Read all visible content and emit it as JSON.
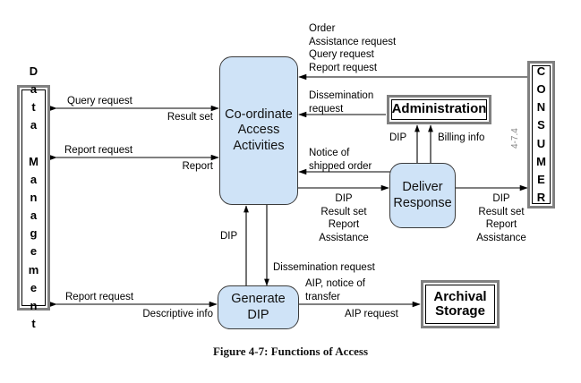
{
  "figure": {
    "caption": "Figure 4-7:  Functions of Access",
    "reference_number": "4-7.4"
  },
  "entities": {
    "data_management": {
      "name": "Data Management",
      "letters": [
        "D",
        "a",
        "t",
        "a",
        "",
        "M",
        "a",
        "n",
        "a",
        "g",
        "e",
        "m",
        "e",
        "n",
        "t"
      ]
    },
    "consumer": {
      "name": "CONSUMER",
      "letters": [
        "C",
        "O",
        "N",
        "S",
        "U",
        "M",
        "E",
        "R"
      ]
    },
    "administration": {
      "name": "Administration"
    },
    "archival_storage": {
      "name": "Archival\nStorage",
      "line1": "Archival",
      "line2": "Storage"
    }
  },
  "processes": {
    "coordinate_access": {
      "line1": "Co-ordinate",
      "line2": "Access",
      "line3": "Activities"
    },
    "deliver_response": {
      "line1": "Deliver",
      "line2": "Response"
    },
    "generate_dip": {
      "line1": "Generate",
      "line2": "DIP"
    }
  },
  "flows": {
    "query_request": "Query request",
    "result_set": "Result set",
    "report_request_top": "Report request",
    "report": "Report",
    "consumer_requests": "Order\nAssistance request\nQuery request\nReport request",
    "dissemination_request_admin": "Dissemination\nrequest",
    "notice_of_shipped_order": "Notice of\nshipped order",
    "dip_to_admin": "DIP",
    "billing_info": "Billing info",
    "coord_to_deliver": "DIP\nResult set\nReport\nAssistance",
    "deliver_to_consumer": "DIP\nResult set\nReport\nAssistance",
    "dip_up": "DIP",
    "dissemination_request_gen": "Dissemination request",
    "aip_notice_of_transfer": "AIP, notice of\ntransfer",
    "aip_request": "AIP request",
    "report_request_bottom": "Report request",
    "descriptive_info": "Descriptive info"
  },
  "colors": {
    "process_fill": "#cfe3f7",
    "process_stroke": "#3b3b3b",
    "entity_frame": "#808080",
    "line": "#000000",
    "ref_text": "#808080",
    "background": "#ffffff"
  }
}
